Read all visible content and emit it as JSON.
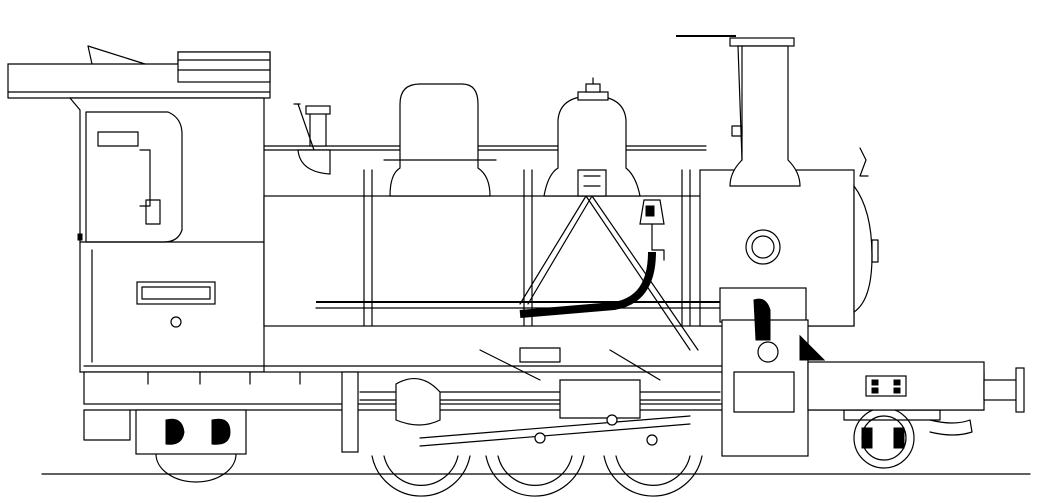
{
  "drawing": {
    "subject": "steam-locomotive-side-elevation",
    "style": "black-line-art-on-white",
    "colors": {
      "line": "#000000",
      "background": "#ffffff"
    },
    "counts": {
      "driving_wheels": 3,
      "rear_truck_wheels": 1,
      "leading_truck_wheels": 1
    }
  }
}
